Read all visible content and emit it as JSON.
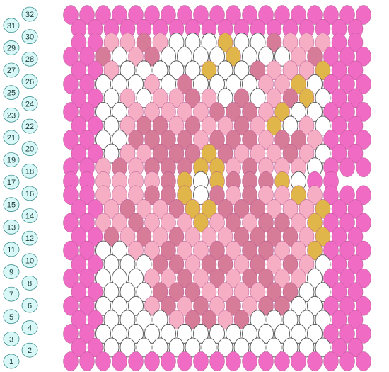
{
  "row_labels": [
    "1",
    "2",
    "3",
    "4",
    "5",
    "6",
    "7",
    "8",
    "9",
    "10",
    "11",
    "12",
    "13",
    "14",
    "15",
    "16",
    "17",
    "18",
    "19",
    "20",
    "21",
    "22",
    "23",
    "24",
    "25",
    "26",
    "27",
    "28",
    "29",
    "30",
    "31",
    "32"
  ],
  "palette": {
    "H": "#f06cc4",
    "W": "#ffffff",
    "P": "#f5aec4",
    "D": "#d67b98",
    "G": "#e0b54a",
    "label_fill": "#d8f8f8",
    "label_stroke": "#3a8c8c",
    "bead_stroke": "#555555"
  },
  "beads": {
    "rows": [
      "HHHHHHHHHHHHHHHHHHH",
      "HHHHHHHHHHHHHHHHHH",
      "HHPPDPWWWGWWDPPPHH",
      "HHDWPDWWWWGWWWPDHHH",
      "HHPWWWWWGWWDPPPGHH",
      "HHWWWPWDWWWWPPGWHHH",
      "HHWPWPPDPWDWPDGWHH",
      "HHWWPPPPPDDDPGWWHHH",
      "HHWPDDPDPPDPGWPWHH",
      "HHWWDDDDPDDDPDDPHHH",
      "HHWPPDDDGDPPPDPWHH",
      "HHPDPDDDGGPDPPPWHHH",
      "HHPPPPDGWGDDDGWHH",
      "HHPPPDDGWDPDPPGPHHH",
      "HHPDPPDGGDDDPPPGHH",
      "HHPPDPPPGPDPDDPGHHH",
      "HHDPDPDPPPDDDDPGHH",
      "HHWWPPDPPDPDDPPGHHH",
      "HHWWWDDPDDPDPDPWHH",
      "HHWWWPPDPDPDDPPWHHH",
      "HHWWWDDDPPPPDDWWHH",
      "HHWWWPDPDPDPDDWWHHH",
      "HHWWWWPDDPDWWWWWHH",
      "HHWWWWWWWWWWWWWWHHH",
      "HHWWWWWWWWWWWWWWHH",
      "HHHHHHHHHHHHHHHHHHH"
    ]
  }
}
